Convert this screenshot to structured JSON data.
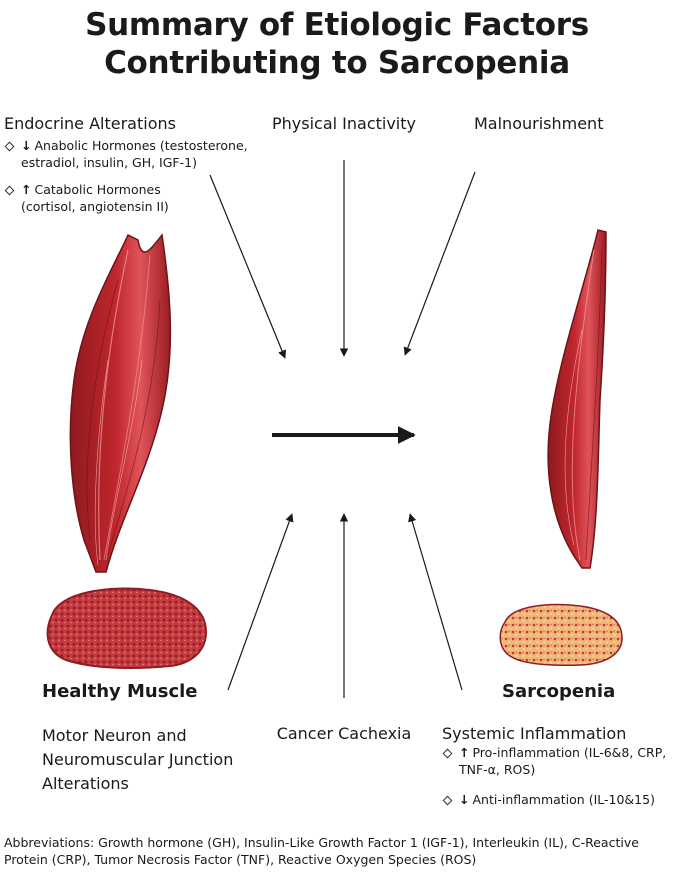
{
  "title": {
    "line1": "Summary of Etiologic Factors",
    "line2": "Contributing to Sarcopenia"
  },
  "factors": {
    "endocrine": {
      "heading": "Endocrine Alterations",
      "bullets": [
        {
          "dir": "↓",
          "text": "Anabolic Hormones (testosterone,",
          "text2": "estradiol, insulin, GH, IGF-1)"
        },
        {
          "dir": "↑",
          "text": "Catabolic Hormones",
          "text2": "(cortisol, angiotensin II)"
        }
      ]
    },
    "physical_inactivity": {
      "heading": "Physical Inactivity"
    },
    "malnourishment": {
      "heading": "Malnourishment"
    },
    "motor_neuron": {
      "line1": "Motor Neuron and",
      "line2": "Neuromuscular Junction",
      "line3": "Alterations"
    },
    "cancer_cachexia": {
      "heading": "Cancer Cachexia"
    },
    "systemic_inflammation": {
      "heading": "Systemic Inflammation",
      "bullets": [
        {
          "dir": "↑",
          "text": "Pro-inflammation (IL-6&8, CRP,",
          "text2": "TNF-α, ROS)"
        },
        {
          "dir": "↓",
          "text": "Anti-inflammation (IL-10&15)",
          "text2": ""
        }
      ]
    }
  },
  "labels": {
    "healthy": "Healthy Muscle",
    "sarcopenia": "Sarcopenia"
  },
  "abbreviations": {
    "line1": "Abbreviations: Growth hormone (GH), Insulin-Like Growth Factor 1 (IGF-1), Interleukin (IL), C-Reactive",
    "line2": "Protein (CRP), Tumor Necrosis Factor (TNF), Reactive Oxygen Species (ROS)"
  },
  "colors": {
    "muscle_dark": "#8e1a1f",
    "muscle_mid": "#c0262d",
    "muscle_light": "#e0545a",
    "healthy_section": "#c43a3e",
    "sarcopenia_section": "#f0b878",
    "arrow": "#1a1a1a"
  }
}
